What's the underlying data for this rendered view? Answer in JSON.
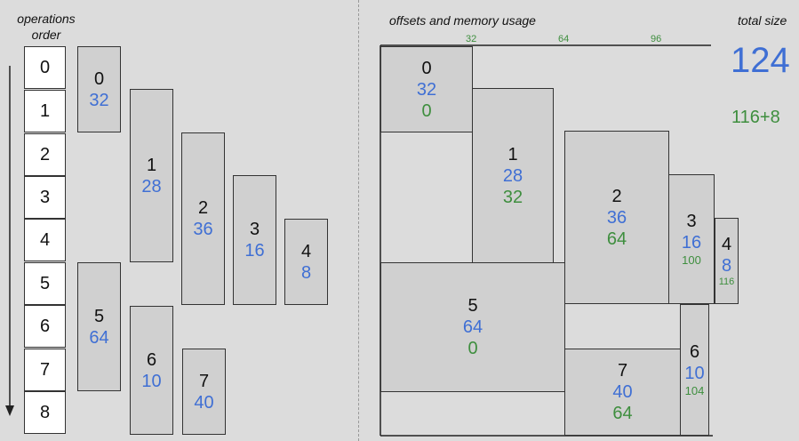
{
  "left": {
    "header": "operations\norder",
    "order": [
      "0",
      "1",
      "2",
      "3",
      "4",
      "5",
      "6",
      "7",
      "8"
    ],
    "blocks": [
      {
        "id": "0",
        "size": "32"
      },
      {
        "id": "1",
        "size": "28"
      },
      {
        "id": "2",
        "size": "36"
      },
      {
        "id": "3",
        "size": "16"
      },
      {
        "id": "4",
        "size": "8"
      },
      {
        "id": "5",
        "size": "64"
      },
      {
        "id": "6",
        "size": "10"
      },
      {
        "id": "7",
        "size": "40"
      }
    ]
  },
  "right": {
    "header": "offsets and memory usage",
    "ticks": [
      "32",
      "64",
      "96"
    ],
    "total_label": "total size",
    "total_value": "124",
    "total_breakdown": "116+8",
    "blocks": [
      {
        "id": "0",
        "size": "32",
        "offset": "0"
      },
      {
        "id": "1",
        "size": "28",
        "offset": "32"
      },
      {
        "id": "2",
        "size": "36",
        "offset": "64"
      },
      {
        "id": "3",
        "size": "16",
        "offset": "100"
      },
      {
        "id": "4",
        "size": "8",
        "offset": "116"
      },
      {
        "id": "5",
        "size": "64",
        "offset": "0"
      },
      {
        "id": "6",
        "size": "10",
        "offset": "104"
      },
      {
        "id": "7",
        "size": "40",
        "offset": "64"
      }
    ]
  },
  "colors": {
    "size": "#3f6fd4",
    "offset": "#3e8e3e",
    "block_fill": "#d0d0d0"
  }
}
